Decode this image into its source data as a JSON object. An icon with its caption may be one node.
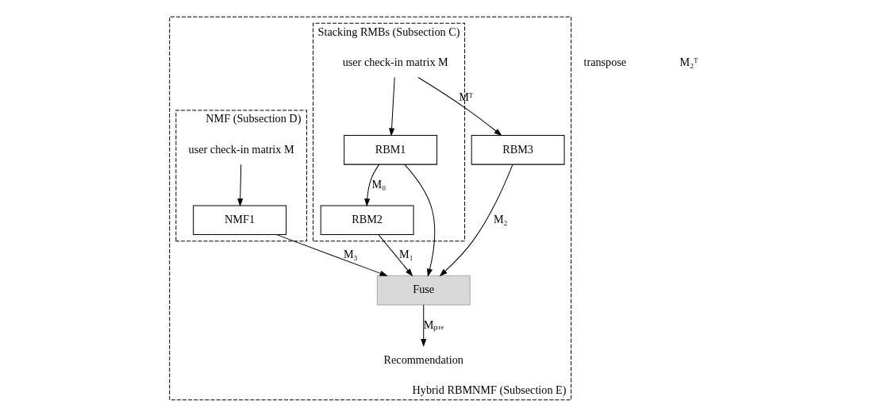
{
  "diagram": {
    "nodes": [
      {
        "text": [
          "Hybrid RBMNMF (Subsection E)"
        ]
      },
      {
        "text": [
          "Stacking RMBs (Subsection C)"
        ],
        "in": 0
      },
      {
        "text": [
          "user check-in matrix M"
        ],
        "in": 1
      },
      {
        "text": [
          "RBM1"
        ],
        "in": 1
      },
      {
        "text": [
          "RBM2"
        ],
        "in": 1
      },
      {
        "text": [
          "NMF (Subsection D)"
        ],
        "in": 0
      },
      {
        "text": [
          "user check-in matrix M"
        ],
        "in": 5
      },
      {
        "text": [
          "NMF1"
        ],
        "in": 5
      },
      {
        "text": [
          "RBM3"
        ],
        "in": 0
      },
      {
        "text": [
          "Fuse"
        ],
        "in": 0
      },
      {
        "text": [
          "Recommendation"
        ],
        "in": 0
      }
    ],
    "edges": [
      {
        "from": 2,
        "to": 3,
        "arrow": "to"
      },
      {
        "from": 2,
        "to": 8,
        "arrow": "to",
        "label": "Mᵀ"
      },
      {
        "from": 6,
        "to": 7,
        "arrow": "to"
      },
      {
        "from": 3,
        "to": 4,
        "arrow": "to",
        "label": "M₀"
      },
      {
        "from": 3,
        "to": 9,
        "arrow": "to"
      },
      {
        "from": 8,
        "to": 9,
        "arrow": "to",
        "label": "M₂"
      },
      {
        "from": 4,
        "to": 9,
        "arrow": "to",
        "label": "M₁"
      },
      {
        "from": 7,
        "to": 9,
        "arrow": "to",
        "label": "M₃"
      },
      {
        "from": 9,
        "to": 10,
        "arrow": "to",
        "label": "Mₚᵣₑ"
      }
    ],
    "labels": [
      "transpose",
      "M₂ᵀ"
    ]
  }
}
